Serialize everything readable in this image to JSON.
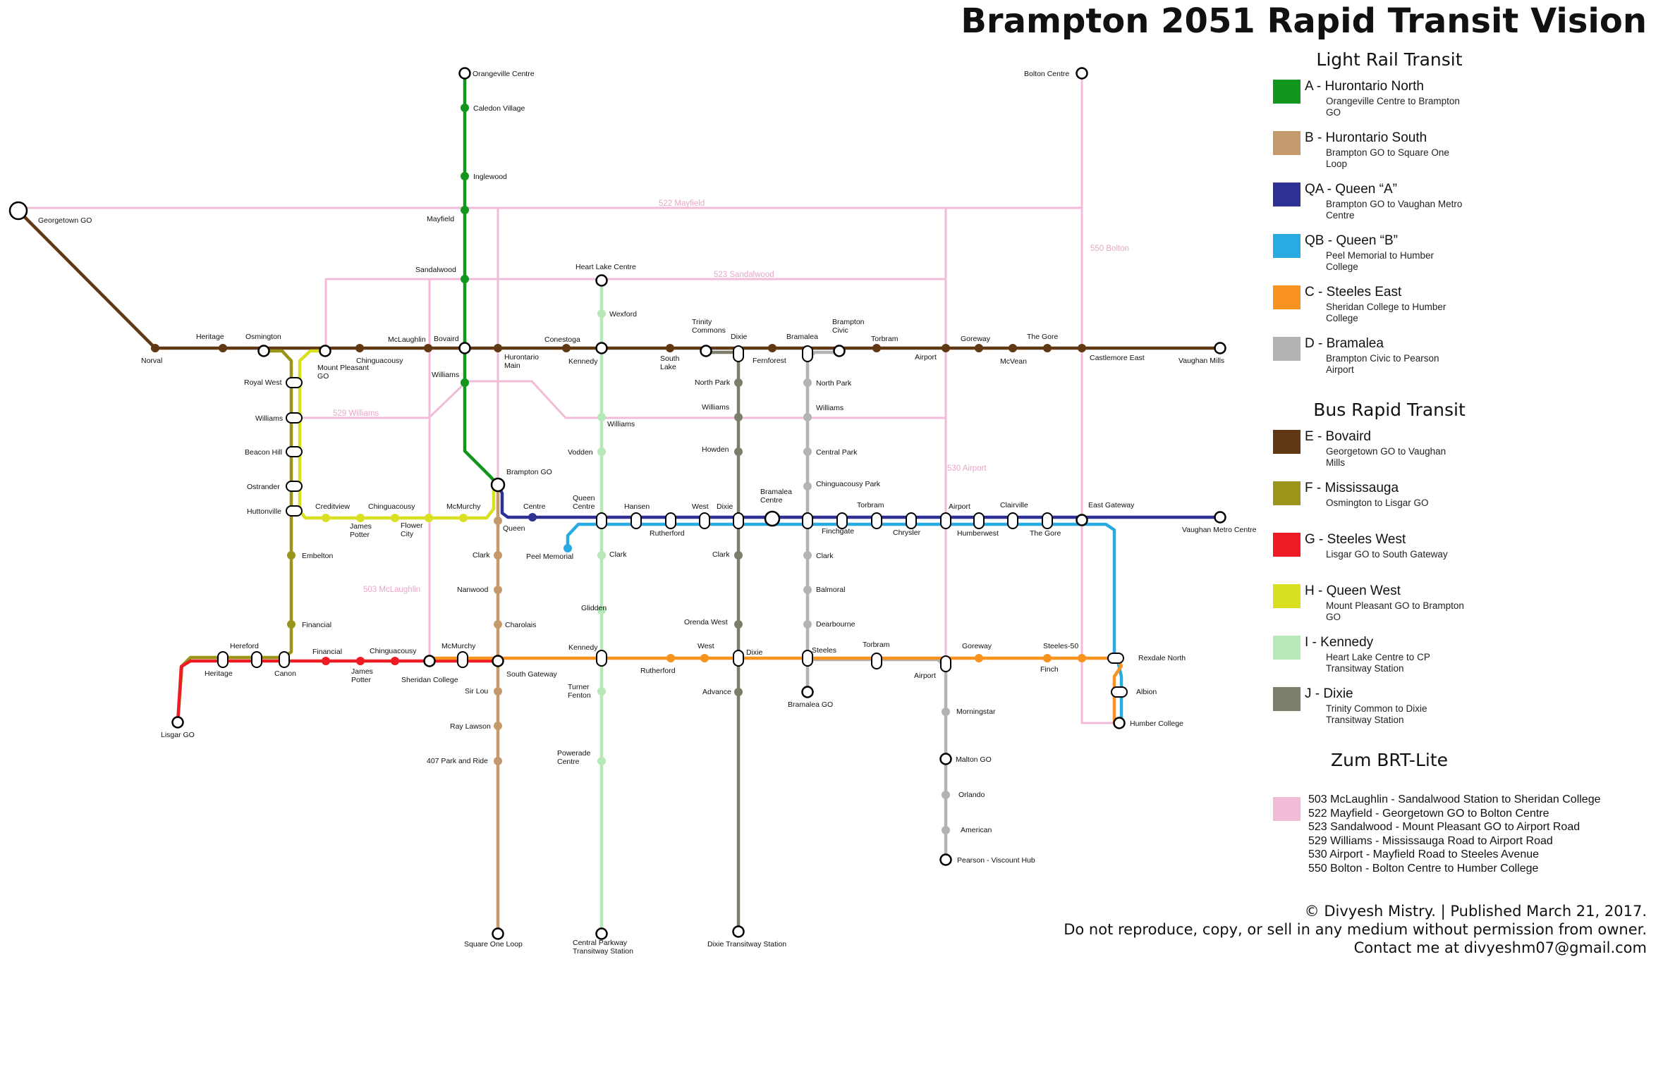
{
  "title": "Brampton 2051 Rapid Transit Vision",
  "colors": {
    "A": "#13961d",
    "B": "#c49a6c",
    "QA": "#2e3192",
    "QB": "#29abe2",
    "C": "#f7931e",
    "D": "#b3b3b3",
    "E": "#603813",
    "F": "#9a941a",
    "G": "#ed1c24",
    "H": "#d9e021",
    "I": "#b6e8b8",
    "J": "#7d7d6b",
    "Z": "#f0bcd8"
  },
  "legend": {
    "lrt_heading": "Light Rail Transit",
    "brt_heading": "Bus Rapid Transit",
    "zum_heading": "Zum BRT-Lite",
    "lrt": [
      {
        "color": "#13961d",
        "name": "A - Hurontario North",
        "desc": "Orangeville Centre to Brampton GO"
      },
      {
        "color": "#c49a6c",
        "name": "B - Hurontario South",
        "desc": "Brampton GO to Square One Loop"
      },
      {
        "color": "#2e3192",
        "name": "QA - Queen “A”",
        "desc": "Brampton GO to Vaughan Metro Centre"
      },
      {
        "color": "#29abe2",
        "name": "QB - Queen “B”",
        "desc": "Peel Memorial to Humber College"
      },
      {
        "color": "#f7931e",
        "name": "C - Steeles East",
        "desc": "Sheridan College to Humber College"
      },
      {
        "color": "#b3b3b3",
        "name": "D - Bramalea",
        "desc": "Brampton Civic to Pearson Airport"
      }
    ],
    "brt": [
      {
        "color": "#603813",
        "name": "E - Bovaird",
        "desc": "Georgetown GO to Vaughan Mills"
      },
      {
        "color": "#9a941a",
        "name": "F - Mississauga",
        "desc": "Osmington to Lisgar GO"
      },
      {
        "color": "#ed1c24",
        "name": "G - Steeles West",
        "desc": "Lisgar GO to South Gateway"
      },
      {
        "color": "#d9e021",
        "name": "H - Queen West",
        "desc": "Mount Pleasant GO to Brampton GO"
      },
      {
        "color": "#b6e8b8",
        "name": "I - Kennedy",
        "desc": "Heart Lake Centre to CP Transitway Station"
      },
      {
        "color": "#7d7d6b",
        "name": "J - Dixie",
        "desc": "Trinity Common to Dixie Transitway Station"
      }
    ],
    "zum": [
      "503 McLaughlin - Sandalwood Station to Sheridan College",
      "522 Mayfield - Georgetown GO to Bolton Centre",
      "523 Sandalwood - Mount Pleasant GO to Airport Road",
      "529 Williams - Mississauga Road to Airport Road",
      "530 Airport  - Mayfield Road to Steeles Avenue",
      "550 Bolton - Bolton Centre to Humber College"
    ]
  },
  "footer": {
    "line1": "© Divyesh Mistry. | Published March 21, 2017.",
    "line2": "Do not reproduce, copy, or sell in any medium without permission from owner.",
    "line3": "Contact me at divyeshm07@gmail.com"
  },
  "route_labels": {
    "r522": "522 Mayfield",
    "r523": "523 Sandalwood",
    "r529": "529 Williams",
    "r530": "530 Airport",
    "r550": "550 Bolton",
    "r503": "503 McLaughlin"
  },
  "stations": {
    "georgetown_go": "Georgetown GO",
    "norval": "Norval",
    "heritage_e": "Heritage",
    "osmington": "Osmington",
    "mount_pleasant_go": "Mount Pleasant GO",
    "chinguacousy_e": "Chinguacousy",
    "mclaughlin_e": "McLaughlin",
    "bovaird": "Bovaird",
    "hurontario_main": "Hurontario Main",
    "conestoga": "Conestoga",
    "kennedy_e": "Kennedy",
    "south_lake": "South Lake",
    "trinity_commons": "Trinity Commons",
    "dixie_e": "Dixie",
    "fernforest": "Fernforest",
    "bramalea_e": "Bramalea",
    "brampton_civic": "Brampton Civic",
    "torbram_e": "Torbram",
    "airport_e": "Airport",
    "goreway_e": "Goreway",
    "mcvean": "McVean",
    "the_gore_e": "The Gore",
    "castlemore_east": "Castlemore East",
    "vaughan_mills": "Vaughan Mills",
    "orangeville_centre": "Orangeville Centre",
    "caledon_village": "Caledon Village",
    "inglewood": "Inglewood",
    "mayfield": "Mayfield",
    "sandalwood": "Sandalwood",
    "williams_a": "Williams",
    "brampton_go": "Brampton GO",
    "bolton_centre": "Bolton Centre",
    "heart_lake_centre": "Heart Lake Centre",
    "wexford": "Wexford",
    "royal_west": "Royal West",
    "williams_f": "Williams",
    "beacon_hill": "Beacon Hill",
    "ostrander": "Ostrander",
    "huttonville": "Huttonville",
    "embelton": "Embelton",
    "financial_f": "Financial",
    "creditview": "Creditview",
    "james_potter_h": "James Potter",
    "chinguacousy_h": "Chinguacousy",
    "flower_city": "Flower City",
    "mcmurchy_h": "McMurchy",
    "queen_b": "Queen",
    "centre": "Centre",
    "queen_centre": "Queen Centre",
    "hansen": "Hansen",
    "rutherford_q": "Rutherford",
    "west_q": "West",
    "dixie_q": "Dixie",
    "bramalea_centre": "Bramalea Centre",
    "finchgate": "Finchgate",
    "torbram_q": "Torbram",
    "chrysler": "Chrysler",
    "airport_q": "Airport",
    "humberwest": "Humberwest",
    "clairville": "Clairville",
    "the_gore_q": "The Gore",
    "east_gateway": "East Gateway",
    "vaughan_metro_centre": "Vaughan Metro Centre",
    "peel_memorial": "Peel Memorial",
    "williams_i": "Williams",
    "vodden": "Vodden",
    "clark_i": "Clark",
    "glidden": "Glidden",
    "kennedy_c": "Kennedy",
    "turner_fenton": "Turner Fenton",
    "powerade_centre": "Powerade Centre",
    "central_parkway": "Central Parkway Transitway Station",
    "north_park_j": "North Park",
    "williams_j": "Williams",
    "howden": "Howden",
    "clark_j": "Clark",
    "orenda_west": "Orenda West",
    "dixie_c": "Dixie",
    "advance": "Advance",
    "dixie_transitway": "Dixie Transitway Station",
    "north_park_d": "North Park",
    "williams_d": "Williams",
    "central_park": "Central Park",
    "chinguacousy_park": "Chinguacousy Park",
    "clark_d": "Clark",
    "balmoral": "Balmoral",
    "dearbourne": "Dearbourne",
    "steeles_d": "Steeles",
    "bramalea_go": "Bramalea GO",
    "morningstar": "Morningstar",
    "malton_go": "Malton GO",
    "orlando": "Orlando",
    "american": "American",
    "pearson": "Pearson - Viscount Hub",
    "clark_b": "Clark",
    "nanwood": "Nanwood",
    "charolais": "Charolais",
    "south_gateway": "South Gateway",
    "sir_lou": "Sir Lou",
    "ray_lawson": "Ray Lawson",
    "park_and_ride": "407 Park and Ride",
    "square_one": "Square One Loop",
    "hereford": "Hereford",
    "heritage_g": "Heritage",
    "canon": "Canon",
    "financial_g": "Financial",
    "james_potter_g": "James Potter",
    "chinguacousy_g": "Chinguacousy",
    "sheridan_college": "Sheridan College",
    "mcmurchy_c": "McMurchy",
    "lisgar_go": "Lisgar GO",
    "rutherford_c": "Rutherford",
    "west_c": "West",
    "torbram_c": "Torbram",
    "airport_c": "Airport",
    "goreway_c": "Goreway",
    "finch": "Finch",
    "steeles50": "Steeles-50",
    "rexdale_north": "Rexdale North",
    "albion": "Albion",
    "humber_college": "Humber College"
  }
}
